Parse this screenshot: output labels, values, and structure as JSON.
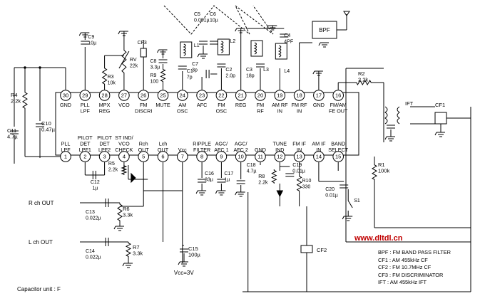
{
  "top_pins": [
    {
      "num": "30",
      "label": [
        "GND"
      ]
    },
    {
      "num": "29",
      "label": [
        "PLL",
        "LPF"
      ]
    },
    {
      "num": "28",
      "label": [
        "MPX",
        "REG"
      ]
    },
    {
      "num": "27",
      "label": [
        "VCO"
      ]
    },
    {
      "num": "26",
      "label": [
        "FM",
        "DISCRI"
      ]
    },
    {
      "num": "25",
      "label": [
        "MUTE"
      ]
    },
    {
      "num": "24",
      "label": [
        "AM",
        "OSC"
      ]
    },
    {
      "num": "23",
      "label": [
        "AFC"
      ]
    },
    {
      "num": "22",
      "label": [
        "FM",
        "OSC"
      ]
    },
    {
      "num": "21",
      "label": [
        "REG"
      ]
    },
    {
      "num": "20",
      "label": [
        "FM",
        "RF"
      ]
    },
    {
      "num": "19",
      "label": [
        "AM RF",
        "IN"
      ]
    },
    {
      "num": "18",
      "label": [
        "FM RF",
        "IN"
      ]
    },
    {
      "num": "17",
      "label": [
        "GND"
      ]
    },
    {
      "num": "16",
      "label": [
        "FM/AM",
        "FE OUT"
      ]
    }
  ],
  "bottom_pins": [
    {
      "num": "1",
      "label": [
        "PLL",
        "LPF"
      ]
    },
    {
      "num": "2",
      "label": [
        "PILOT",
        "DET",
        "LPF1"
      ]
    },
    {
      "num": "3",
      "label": [
        "PILOT",
        "DET",
        "LPF2"
      ]
    },
    {
      "num": "4",
      "label": [
        "ST IND/",
        "VCO",
        "CHECK"
      ]
    },
    {
      "num": "5",
      "label": [
        "Rch",
        "OUT"
      ]
    },
    {
      "num": "6",
      "label": [
        "Lch",
        "OUT"
      ]
    },
    {
      "num": "7",
      "label": [
        "Vcc"
      ]
    },
    {
      "num": "8",
      "label": [
        "RIPPLE",
        "FILTER"
      ]
    },
    {
      "num": "9",
      "label": [
        "AGC/",
        "AFC 1"
      ]
    },
    {
      "num": "10",
      "label": [
        "AGC/",
        "AFC 2"
      ]
    },
    {
      "num": "11",
      "label": [
        "GND"
      ]
    },
    {
      "num": "12",
      "label": [
        "TUNE",
        "IND"
      ]
    },
    {
      "num": "13",
      "label": [
        "FM IF",
        "IN"
      ]
    },
    {
      "num": "14",
      "label": [
        "AM IF",
        "IN"
      ]
    },
    {
      "num": "15",
      "label": [
        "BAND",
        "SELECT"
      ]
    }
  ],
  "components": {
    "c9": [
      "C9",
      "10µ"
    ],
    "r3": [
      "R3",
      "10k"
    ],
    "rv": [
      "RV",
      "22k"
    ],
    "cf3": [
      "CF3"
    ],
    "c8": [
      "C8",
      "3.3µ"
    ],
    "r9": [
      "R9",
      "100"
    ],
    "c5": [
      "C5",
      "0.001µ"
    ],
    "c6": [
      "C6",
      "10µ"
    ],
    "l1": [
      "L1"
    ],
    "l2": [
      "L2"
    ],
    "c1": [
      "C1",
      "7p"
    ],
    "c7": [
      "C7",
      "3p"
    ],
    "c2": [
      "C2",
      "2.0p"
    ],
    "c3": [
      "C3",
      "18p"
    ],
    "l3": [
      "L3"
    ],
    "c4": [
      "C4",
      "4PF"
    ],
    "l4": [
      "L4"
    ],
    "bpf": [
      "BPF"
    ],
    "r2": [
      "R2",
      "2.2k"
    ],
    "ift": [
      "IFT"
    ],
    "cf1": [
      "CF1"
    ],
    "r4": [
      "R4",
      "2.2k"
    ],
    "c10": [
      "C10",
      "0.47µ"
    ],
    "c11": [
      "C11",
      "4.7µ"
    ],
    "c12": [
      "C12",
      "1µ"
    ],
    "r5": [
      "R5",
      "2.2k"
    ],
    "c16": [
      "C16",
      "33µ"
    ],
    "c17": [
      "C17",
      "1µ"
    ],
    "c18": [
      "C18",
      "4.7µ"
    ],
    "r8": [
      "R8",
      "2.2k"
    ],
    "c19": [
      "C19",
      "0.01µ"
    ],
    "r10": [
      "R10",
      "330"
    ],
    "r1": [
      "R1",
      "100k"
    ],
    "c20": [
      "C20",
      "0.01µ"
    ],
    "s1": [
      "S1"
    ],
    "r6": [
      "R6",
      "3.3k"
    ],
    "c13": [
      "C13",
      "0.022µ"
    ],
    "r7": [
      "R7",
      "3.3k"
    ],
    "c14": [
      "C14",
      "0.022µ"
    ],
    "c15": [
      "C15",
      "100µ"
    ],
    "cf2": [
      "CF2"
    ]
  },
  "outputs": {
    "rch": "R ch OUT",
    "lch": "L ch OUT",
    "vcc": "Vcc=3V"
  },
  "capacitor_unit": "Capacitor unit : F",
  "legend": [
    "BPF : FM BAND PASS FILTER",
    "CF1 : AM 455kHz CF",
    "CF2 : FM 10.7MHz CF",
    "CF3 : FM DISCRIMINATOR",
    "IFT : AM 455kHz IFT"
  ],
  "watermark": "www.dltdl.cn"
}
